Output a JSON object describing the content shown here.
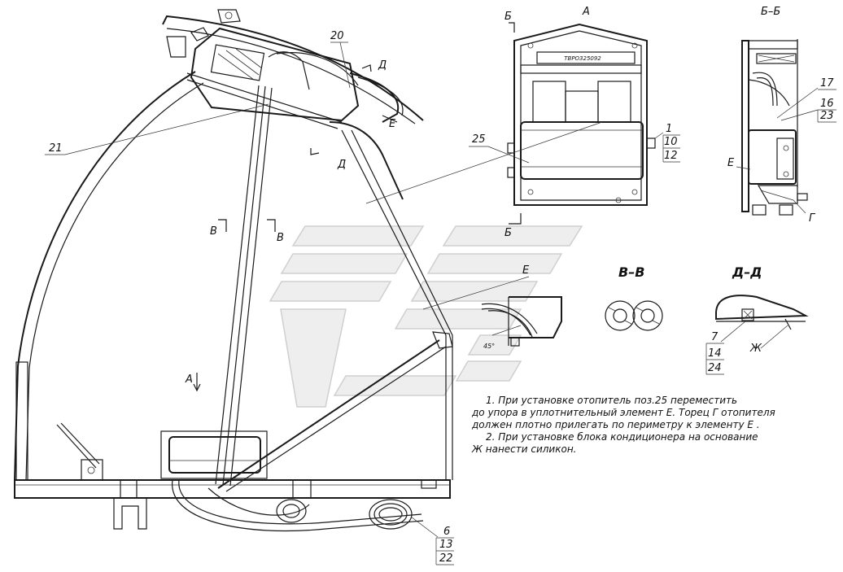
{
  "views": {
    "view_a": "А",
    "view_bb": "Б–Б",
    "view_e": "Е",
    "section_vv": "В–В",
    "section_dd": "Д–Д"
  },
  "markers": {
    "b_top": "Б",
    "b_bottom": "Б",
    "d_top": "Д",
    "d_bottom": "Д",
    "e_arrow": "Е",
    "v_left": "В",
    "v_right": "В",
    "a_arrow": "А",
    "e_bb": "Е",
    "g_bb": "Г",
    "zh_dd": "Ж"
  },
  "plate_text": "ТВРО325092",
  "angle_label": "45°",
  "callouts": {
    "c20": "20",
    "c21": "21",
    "c25": "25",
    "c1": "1",
    "c10": "10",
    "c12": "12",
    "c17": "17",
    "c16": "16",
    "c23": "23",
    "c7": "7",
    "c14": "14",
    "c24": "24",
    "c6": "6",
    "c13": "13",
    "c22": "22"
  },
  "notes": {
    "line1": "1. При установке отопитель поз.25 переместить",
    "line2": "до упора в уплотнительный элемент Е. Торец Г отопителя",
    "line3": "должен плотно прилегать по периметру к элементу Е .",
    "line4": "2. При установке блока кондиционера на основание",
    "line5": "Ж нанести силикон."
  }
}
